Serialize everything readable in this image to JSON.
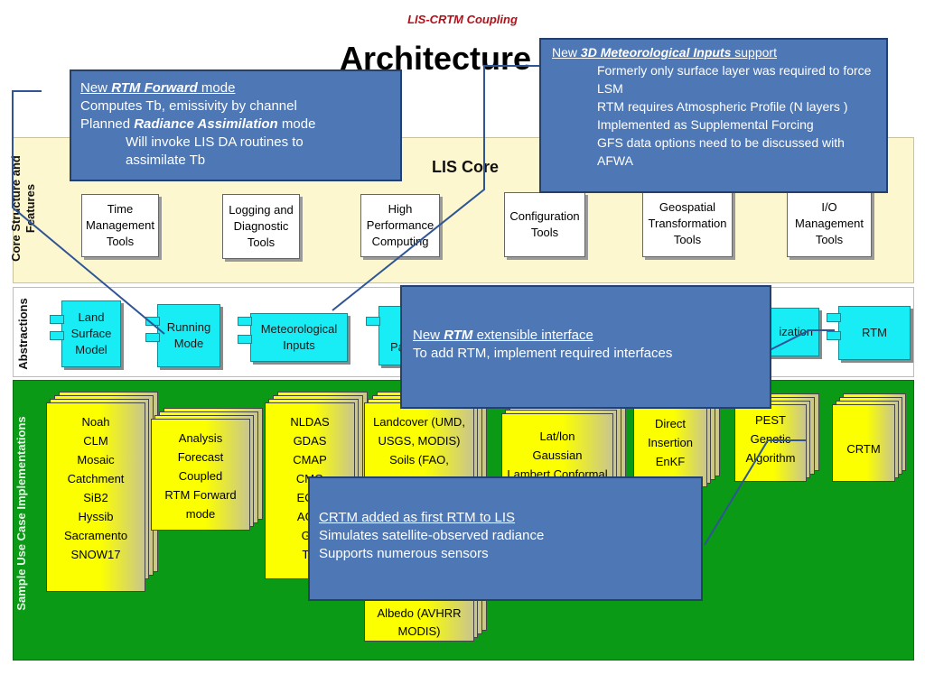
{
  "header": {
    "subtitle": "LIS-CRTM Coupling",
    "title": "Architecture"
  },
  "bands": {
    "core_label": "Core Structure and Features",
    "abstractions_label": "Abstractions",
    "sample_label": "Sample Use Case Implementations"
  },
  "core": {
    "title": "LIS Core",
    "tools": [
      "Time Management Tools",
      "Logging and Diagnostic Tools",
      "High Performance Computing",
      "Configuration Tools",
      "Geospatial Transformation Tools",
      "I/O Management Tools"
    ]
  },
  "abstractions": {
    "components": [
      "Land Surface Model",
      "Running Mode",
      "Meteorological Inputs",
      "Pa",
      "ization",
      "RTM"
    ]
  },
  "samples": {
    "stacks": [
      "Noah\nCLM\nMosaic\nCatchment\nSiB2\nHyssib\nSacramento\nSNOW17",
      "Analysis\nForecast\nCoupled\nRTM Forward\nmode",
      "NLDAS\nGDAS\nCMAP\nCMO\nECM\nAGR\nGE\nTR",
      "Landcover (UMD,\nUSGS, MODIS)\nSoils (FAO,",
      "Albedo (AVHRR\nMODIS)",
      "Lat/lon\nGaussian\nLambert Conformal",
      "Direct\nInsertion\nEnKF",
      "PEST\nGenetic\nAlgorithm",
      "CRTM"
    ]
  },
  "callouts": {
    "rtm_forward": {
      "l1_new": "New ",
      "l1_em": "RTM Forward",
      "l1_rest": " mode",
      "l2": "Computes Tb, emissivity by channel",
      "l3_pre": "Planned ",
      "l3_em": "Radiance Assimilation",
      "l3_rest": " mode",
      "l4": "Will invoke LIS DA routines to assimilate Tb"
    },
    "met_inputs": {
      "l1_new": "New ",
      "l1_em": "3D Meteorological Inputs",
      "l1_rest": " support",
      "l2": "Formerly only surface layer was required to force LSM",
      "l3": "RTM requires Atmospheric Profile (N layers )",
      "l4": "Implemented as Supplemental Forcing",
      "l5": "GFS data options need to be discussed with AFWA"
    },
    "rtm_interface": {
      "l1_new": "New ",
      "l1_em": "RTM",
      "l1_rest": " extensible interface",
      "l2": "To add RTM, implement required interfaces"
    },
    "crtm": {
      "l1": "CRTM added as first RTM to LIS",
      "l2": "Simulates satellite-observed radiance",
      "l3": "Supports numerous sensors"
    }
  },
  "colors": {
    "callout_fill": "#4d77b5",
    "core_band": "#fdf7cf",
    "sample_band": "#0a9a16",
    "component_fill": "#18ecf5",
    "sheet_fill": "#fbff00",
    "header_red": "#b0121b"
  }
}
